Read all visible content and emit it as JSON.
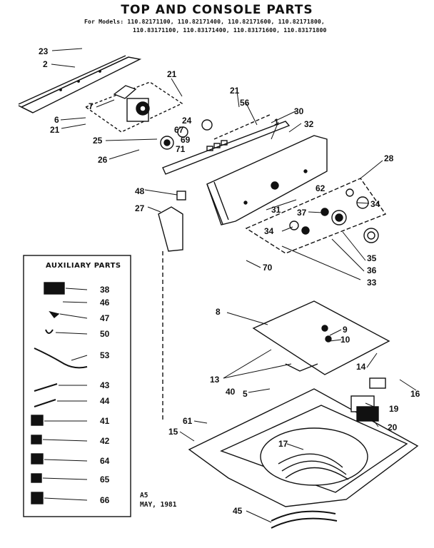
{
  "header": {
    "title": "TOP AND CONSOLE PARTS",
    "models_line1": "For Models: 110.82171100, 110.82171400, 110.82171600, 110.82171800,",
    "models_line2": "110.83171100, 110.83171400, 110.83171600, 110.83171800"
  },
  "auxiliary": {
    "title": "AUXILIARY PARTS",
    "parts": [
      "38",
      "46",
      "47",
      "50",
      "53",
      "43",
      "44",
      "41",
      "42",
      "64",
      "65",
      "66"
    ]
  },
  "footer": {
    "code": "A5",
    "date": "MAY, 1981"
  },
  "callouts": [
    "23",
    "2",
    "21",
    "7",
    "6",
    "21",
    "25",
    "26",
    "24",
    "67",
    "69",
    "71",
    "21",
    "56",
    "30",
    "1",
    "32",
    "28",
    "48",
    "27",
    "62",
    "34",
    "31",
    "37",
    "34",
    "35",
    "36",
    "33",
    "70",
    "8",
    "9",
    "10",
    "13",
    "14",
    "16",
    "40",
    "5",
    "19",
    "20",
    "61",
    "15",
    "17",
    "45"
  ]
}
